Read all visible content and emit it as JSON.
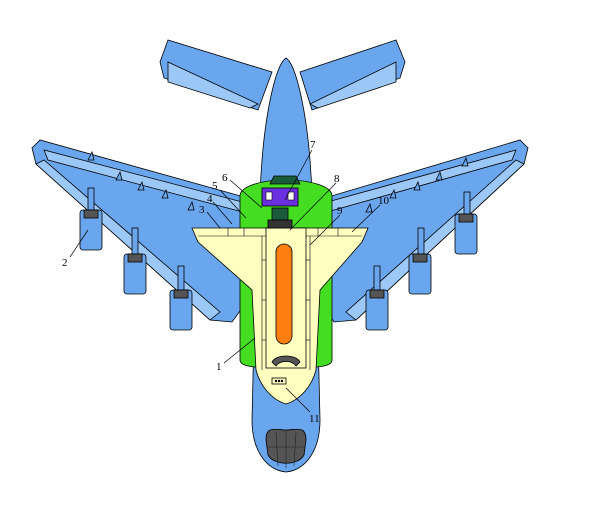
{
  "colors": {
    "fuselage": "#6aa6ee",
    "wing_panel": "#9cc8f8",
    "outline": "#000000",
    "tank": "#44dd22",
    "shuttle": "#ffffc0",
    "cargo_stripe": "#ff8010",
    "cockpit": "#7a40e0",
    "nose": "#555555",
    "engine": "#6aa6ee",
    "background": "#ffffff"
  },
  "callouts": [
    {
      "id": "1",
      "text": "1",
      "target": "external tank"
    },
    {
      "id": "2",
      "text": "2",
      "target": "engine nacelle"
    },
    {
      "id": "3",
      "text": "3",
      "target": "wing leading edge"
    },
    {
      "id": "4",
      "text": "4",
      "target": "shuttle wing"
    },
    {
      "id": "5",
      "text": "5",
      "target": "tank top"
    },
    {
      "id": "6",
      "text": "6",
      "target": "engine cluster"
    },
    {
      "id": "7",
      "text": "7",
      "target": "tail fin"
    },
    {
      "id": "8",
      "text": "8",
      "target": "cargo bay"
    },
    {
      "id": "9",
      "text": "9",
      "target": "shuttle wing right"
    },
    {
      "id": "10",
      "text": "10",
      "target": "wing root right"
    },
    {
      "id": "11",
      "text": "11",
      "target": "nose gear"
    }
  ]
}
